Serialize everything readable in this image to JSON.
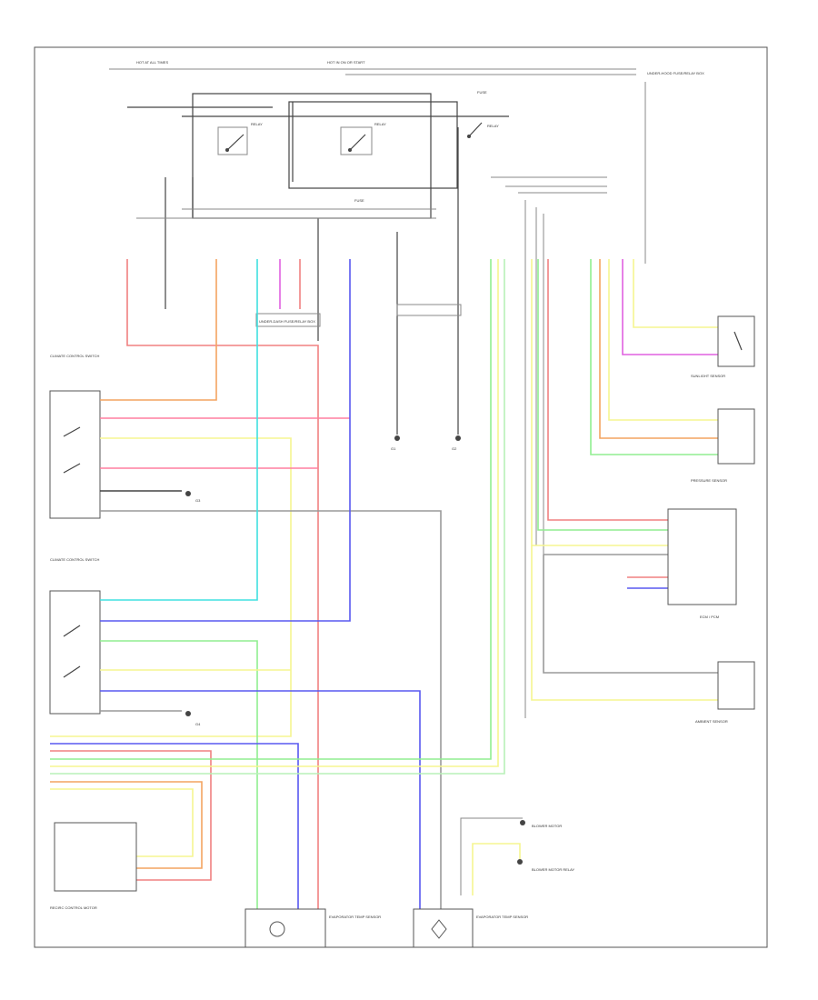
{
  "colors": {
    "red": "#f08080",
    "pink": "#ff7fa0",
    "orange": "#f4a460",
    "yellow": "#f5f590",
    "green": "#90ee90",
    "lightgreen": "#b8f0b8",
    "blue": "#5858f0",
    "cyan": "#40e0e0",
    "magenta": "#e060e0",
    "gray": "#9a9a9a",
    "black": "#444444"
  },
  "labels": {
    "page_ref": "",
    "heat_label": "HOT AT ALL TIMES",
    "hot_run": "HOT IN ON OR START",
    "relay_box": "UNDER-HOOD FUSE/RELAY BOX",
    "relay_a": "RELAY",
    "relay_b": "RELAY",
    "relay_c": "RELAY",
    "fuse_a": "FUSE",
    "fuse_b": "FUSE",
    "rt_box": "UNDER-DASH FUSE/RELAY BOX",
    "sw_box_1": "CLIMATE CONTROL SWITCH",
    "sw_box_2": "CLIMATE CONTROL SWITCH",
    "ground_1": "G1",
    "ground_2": "G2",
    "ground_3": "G3",
    "ground_4": "G4",
    "sensor_top": "SUNLIGHT SENSOR",
    "sensor_mid": "PRESSURE SENSOR",
    "sensor_ecu": "ECM / PCM",
    "sensor_low": "AMBIENT SENSOR",
    "bottom_left": "RECIRC CONTROL MOTOR",
    "bottom_mid": "EVAPORATOR TEMP SENSOR",
    "bottom_right": "EVAPORATOR TEMP SENSOR",
    "bottom_right_top": "BLOWER MOTOR",
    "bottom_right_low": "BLOWER MOTOR RELAY"
  }
}
